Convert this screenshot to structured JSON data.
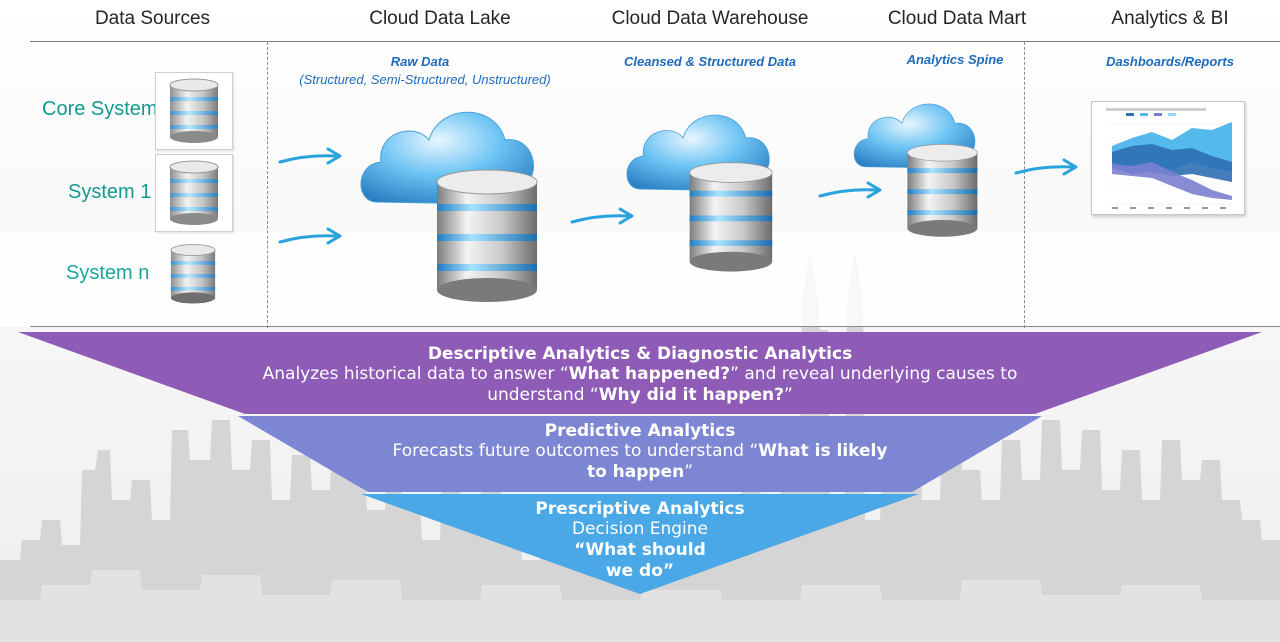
{
  "columns": {
    "data_sources": "Data Sources",
    "cloud_data_lake": "Cloud Data Lake",
    "cloud_data_warehouse": "Cloud Data Warehouse",
    "cloud_data_mart": "Cloud Data Mart",
    "analytics_bi": "Analytics & BI"
  },
  "sources": {
    "core": "Core System",
    "system1": "System 1",
    "systemn": "System n"
  },
  "stages": {
    "lake_title": "Raw Data",
    "lake_sub": "(Structured, Semi-Structured, Unstructured)",
    "warehouse_title": "Cleansed & Structured Data",
    "mart_title": "Analytics Spine",
    "bi_title": "Dashboards/Reports"
  },
  "funnel": {
    "descriptive": {
      "title": "Descriptive Analytics & Diagnostic Analytics",
      "line1_pre": "Analyzes historical data to answer “",
      "line1_bold": "What happened?",
      "line1_post": "” and reveal underlying causes to",
      "line2_pre": "understand “",
      "line2_bold": "Why did it happen?",
      "line2_post": "”"
    },
    "predictive": {
      "title": "Predictive Analytics",
      "line1_pre": "Forecasts future outcomes to understand “",
      "line1_bold": "What is likely",
      "line2_bold": "to happen",
      "line2_post": "”"
    },
    "prescriptive": {
      "title": "Prescriptive Analytics",
      "line1": "Decision Engine",
      "line2": "“What should",
      "line3": "we do”"
    }
  },
  "colors": {
    "accent_teal": "#139a8e",
    "accent_blue": "#1e6bbd",
    "arrow": "#29a3dc",
    "funnel_descriptive": "#8e5cb7",
    "funnel_predictive": "#7d86d2",
    "funnel_prescriptive": "#4aa8e6"
  }
}
